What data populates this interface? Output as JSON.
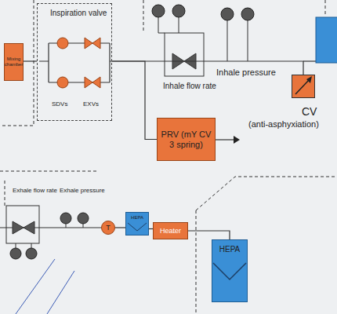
{
  "diagram": {
    "nodes": [
      {
        "text": [
          "Mixing chamber"
        ]
      },
      {
        "text": [
          "Inspiration valve"
        ]
      },
      {
        "text": [
          "CV",
          "(anti-asphyxiation)"
        ]
      },
      {
        "text": [
          "PRV (mY CV 3 spring)"
        ]
      },
      {
        "text": [
          "T"
        ]
      },
      {
        "text": [
          "HEPA"
        ]
      },
      {
        "text": [
          "Heater"
        ]
      },
      {
        "text": [
          "HEPA"
        ]
      }
    ],
    "edges": [
      {
        "from": 0,
        "to": 1,
        "arrow": "none"
      },
      {
        "from": 1,
        "to": 3,
        "arrow": "none"
      },
      {
        "from": 1,
        "to": 2,
        "arrow": "none"
      },
      {
        "from": 4,
        "to": 5,
        "arrow": "none"
      },
      {
        "from": 5,
        "to": 6,
        "arrow": "none"
      },
      {
        "from": 6,
        "to": 7,
        "arrow": "none"
      }
    ],
    "labels": [
      "SDVs",
      "EXVs",
      "Inhale flow rate",
      "Inhale pressure",
      "Exhale flow rate",
      "Exhale pressure"
    ]
  }
}
